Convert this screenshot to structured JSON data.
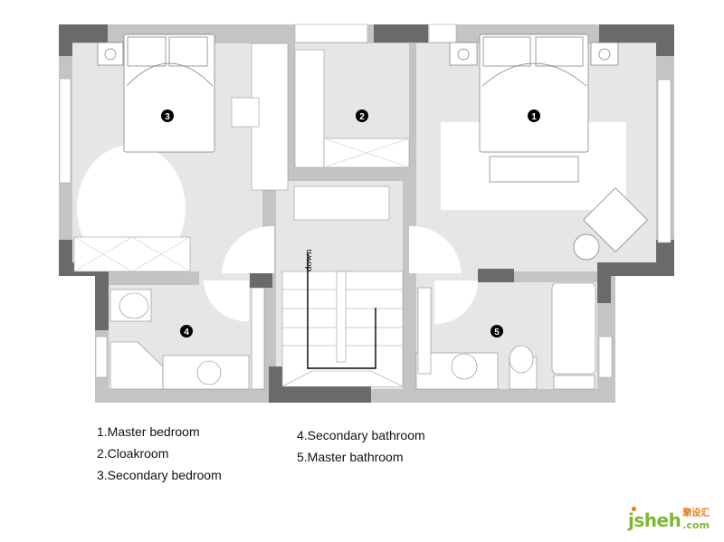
{
  "plan": {
    "room_markers": [
      {
        "number": "1",
        "room": "Master bedroom"
      },
      {
        "number": "2",
        "room": "Cloakroom"
      },
      {
        "number": "3",
        "room": "Secondary bedroom"
      },
      {
        "number": "4",
        "room": "Secondary bathroom"
      },
      {
        "number": "5",
        "room": "Master bathroom"
      }
    ],
    "stair_label": "down"
  },
  "legend": {
    "col1": [
      "1.Master bedroom",
      "2.Cloakroom",
      "3.Secondary bedroom"
    ],
    "col2": [
      "4.Secondary bathroom",
      "5.Master bathroom"
    ]
  },
  "logo": {
    "main": "jsheh",
    "cn": "聚设汇",
    "suffix": ".com"
  },
  "colors": {
    "floor": "#e6e6e6",
    "wall_light": "#c4c4c4",
    "wall_dark": "#6a6a6a",
    "logo_green": "#7cb82f",
    "logo_orange": "#e87a1e"
  }
}
